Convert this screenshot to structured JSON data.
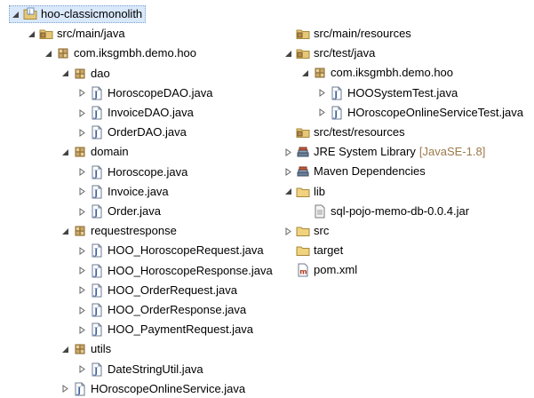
{
  "tree_left": [
    {
      "label": "hoo-classicmonolith",
      "icon": "project-icon",
      "toggle": "expanded",
      "selected": true
    },
    {
      "label": "src/main/java",
      "icon": "source-folder-icon",
      "toggle": "expanded"
    },
    {
      "label": "com.iksgmbh.demo.hoo",
      "icon": "package-icon",
      "toggle": "expanded"
    },
    {
      "label": "dao",
      "icon": "package-icon",
      "toggle": "expanded"
    },
    {
      "label": "HoroscopeDAO.java",
      "icon": "java-file-icon",
      "toggle": "collapsed"
    },
    {
      "label": "InvoiceDAO.java",
      "icon": "java-file-icon",
      "toggle": "collapsed"
    },
    {
      "label": "OrderDAO.java",
      "icon": "java-file-icon",
      "toggle": "collapsed"
    },
    {
      "label": "domain",
      "icon": "package-icon",
      "toggle": "expanded"
    },
    {
      "label": "Horoscope.java",
      "icon": "java-file-icon",
      "toggle": "collapsed"
    },
    {
      "label": "Invoice.java",
      "icon": "java-file-icon",
      "toggle": "collapsed"
    },
    {
      "label": "Order.java",
      "icon": "java-file-icon",
      "toggle": "collapsed"
    },
    {
      "label": "requestresponse",
      "icon": "package-icon",
      "toggle": "expanded"
    },
    {
      "label": "HOO_HoroscopeRequest.java",
      "icon": "java-file-icon",
      "toggle": "collapsed"
    },
    {
      "label": "HOO_HoroscopeResponse.java",
      "icon": "java-file-icon",
      "toggle": "collapsed"
    },
    {
      "label": "HOO_OrderRequest.java",
      "icon": "java-file-icon",
      "toggle": "collapsed"
    },
    {
      "label": "HOO_OrderResponse.java",
      "icon": "java-file-icon",
      "toggle": "collapsed"
    },
    {
      "label": "HOO_PaymentRequest.java",
      "icon": "java-file-icon",
      "toggle": "collapsed"
    },
    {
      "label": "utils",
      "icon": "package-icon",
      "toggle": "expanded"
    },
    {
      "label": "DateStringUtil.java",
      "icon": "java-file-icon",
      "toggle": "collapsed"
    },
    {
      "label": "HOroscopeOnlineService.java",
      "icon": "java-file-icon",
      "toggle": "collapsed"
    }
  ],
  "tree_right": [
    {
      "label": "src/main/resources",
      "icon": "source-folder-icon",
      "toggle": "none"
    },
    {
      "label": "src/test/java",
      "icon": "source-folder-icon",
      "toggle": "expanded"
    },
    {
      "label": "com.iksgmbh.demo.hoo",
      "icon": "package-icon",
      "toggle": "expanded"
    },
    {
      "label": "HOOSystemTest.java",
      "icon": "java-file-icon",
      "toggle": "collapsed"
    },
    {
      "label": "HOroscopeOnlineServiceTest.java",
      "icon": "java-file-icon",
      "toggle": "collapsed"
    },
    {
      "label": "src/test/resources",
      "icon": "source-folder-icon",
      "toggle": "none"
    },
    {
      "label": "JRE System Library",
      "decoration": "[JavaSE-1.8]",
      "icon": "library-icon",
      "toggle": "collapsed"
    },
    {
      "label": "Maven Dependencies",
      "icon": "library-icon",
      "toggle": "collapsed"
    },
    {
      "label": "lib",
      "icon": "folder-icon",
      "toggle": "expanded"
    },
    {
      "label": "sql-pojo-memo-db-0.0.4.jar",
      "icon": "jar-file-icon",
      "toggle": "none"
    },
    {
      "label": "src",
      "icon": "folder-icon",
      "toggle": "collapsed"
    },
    {
      "label": "target",
      "icon": "folder-icon",
      "toggle": "none"
    },
    {
      "label": "pom.xml",
      "icon": "maven-pom-icon",
      "toggle": "none"
    }
  ]
}
